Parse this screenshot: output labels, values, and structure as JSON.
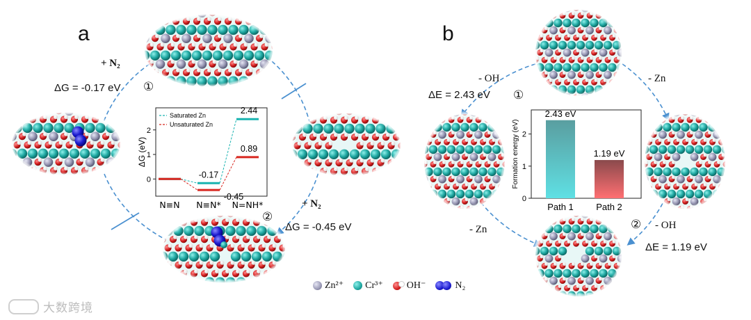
{
  "panel_a": {
    "label": "a",
    "step1_add": "+ N₂",
    "step1_dg": "ΔG = -0.17 eV",
    "step1_num": "①",
    "step2_add": "+ N₂",
    "step2_dg": "ΔG = -0.45 eV",
    "step2_num": "②"
  },
  "panel_b": {
    "label": "b",
    "left_top": "- OH",
    "left_de": "ΔE = 2.43 eV",
    "left_num": "①",
    "right_top": "- Zn",
    "right_mid": "- OH",
    "right_num": "②",
    "right_de": "ΔE = 1.19 eV",
    "left_bottom": "- Zn"
  },
  "legend": {
    "items": [
      {
        "label": "Zn²⁺",
        "color": "#8e8ea6"
      },
      {
        "label": "Cr³⁺",
        "color": "#1f9d96"
      },
      {
        "label": "OH⁻",
        "color": "#d42020"
      },
      {
        "label": "N₂",
        "color": "#1a1acc"
      }
    ]
  },
  "watermark": "大数跨境",
  "colors": {
    "teal": "#19b3b0",
    "red": "#d8261f",
    "arrow": "#4a90d0",
    "zn": "#8e8ea6"
  },
  "chart_data": [
    {
      "type": "line",
      "subtype": "energy-profile",
      "ylabel": "ΔG (eV)",
      "categories": [
        "N≡N",
        "N≡N*",
        "N=NH*"
      ],
      "ylim": [
        -0.7,
        2.9
      ],
      "yticks": [
        0,
        1,
        2
      ],
      "series": [
        {
          "name": "Saturated Zn",
          "values": [
            0,
            -0.17,
            2.44
          ],
          "color": "#19b3b0"
        },
        {
          "name": "Unsaturated Zn",
          "values": [
            0,
            -0.45,
            0.89
          ],
          "color": "#d8261f"
        }
      ],
      "data_labels": [
        "-0.17",
        "-0.45",
        "2.44",
        "0.89"
      ],
      "legend_position": "top-left"
    },
    {
      "type": "bar",
      "ylabel": "Formation energy (eV)",
      "categories": [
        "Path 1",
        "Path 2"
      ],
      "values": [
        2.43,
        1.19
      ],
      "data_labels": [
        "2.43 eV",
        "1.19 eV"
      ],
      "ylim": [
        0,
        2.75
      ],
      "yticks": [
        0,
        1,
        2
      ],
      "colors": [
        "#5ed3d6",
        "#e2656a"
      ]
    }
  ]
}
